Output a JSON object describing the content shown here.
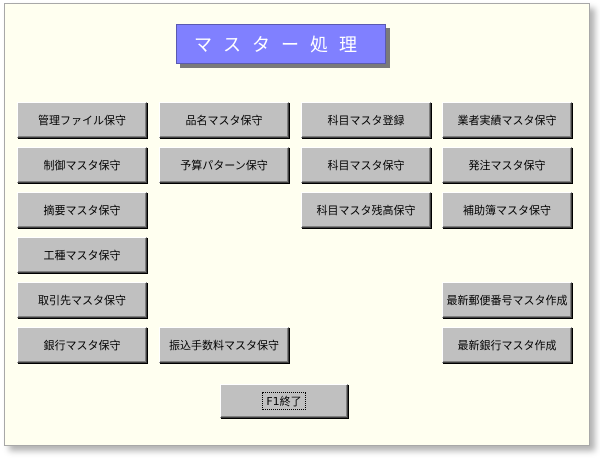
{
  "title": "マスター処理",
  "buttons": {
    "kanri_file": "管理ファイル保守",
    "hinmei_master": "品名マスタ保守",
    "kamoku_master_toroku": "科目マスタ登録",
    "gyosha_jisseki": "業者実績マスタ保守",
    "seigyo_master": "制御マスタ保守",
    "yosan_pattern": "予算パターン保守",
    "kamoku_master_hoshu": "科目マスタ保守",
    "hacchu_master": "発注マスタ保守",
    "tekiyo_master": "摘要マスタ保守",
    "kamoku_zandaka": "科目マスタ残高保守",
    "hojobo_master": "補助簿マスタ保守",
    "koshu_master": "工種マスタ保守",
    "torihikisaki_master": "取引先マスタ保守",
    "yubin_bango": "最新郵便番号マスタ作成",
    "ginko_master": "銀行マスタ保守",
    "furikomi_tesuryo": "振込手数料マスタ保守",
    "saishin_ginko": "最新銀行マスタ作成",
    "exit": "F1終了"
  }
}
